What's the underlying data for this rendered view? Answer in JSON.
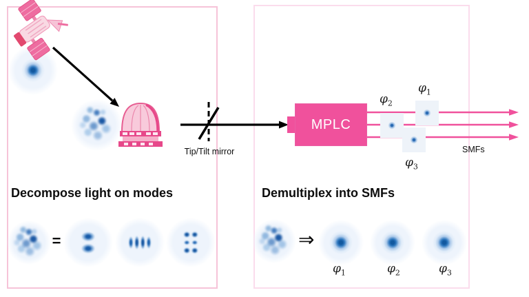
{
  "left_panel": {
    "heading": "Decompose light on modes",
    "equals": "=",
    "icons": [
      "satellite",
      "telescope-dome"
    ],
    "modes": [
      "speckle",
      "two-lobe-mode",
      "four-lobe-mode",
      "six-lobe-mode"
    ]
  },
  "mirror": {
    "label": "Tip/Tilt mirror"
  },
  "right_panel": {
    "heading": "Demultiplex into SMFs",
    "mplc_label": "MPLC",
    "smfs_label": "SMFs",
    "implies": "⇒",
    "ports": [
      {
        "base": "φ",
        "sub": "1"
      },
      {
        "base": "φ",
        "sub": "2"
      },
      {
        "base": "φ",
        "sub": "3"
      }
    ],
    "fibers": [
      {
        "base": "φ",
        "sub": "1"
      },
      {
        "base": "φ",
        "sub": "2"
      },
      {
        "base": "φ",
        "sub": "3"
      }
    ]
  },
  "colors": {
    "accent_pink": "#f0519c",
    "icon_pink": "#ee6ca0",
    "panel_border_left": "#f6c3d8",
    "panel_border_right": "#fbdcec",
    "beam_blue": "#14549f",
    "light_circle": "#edf3fb"
  }
}
